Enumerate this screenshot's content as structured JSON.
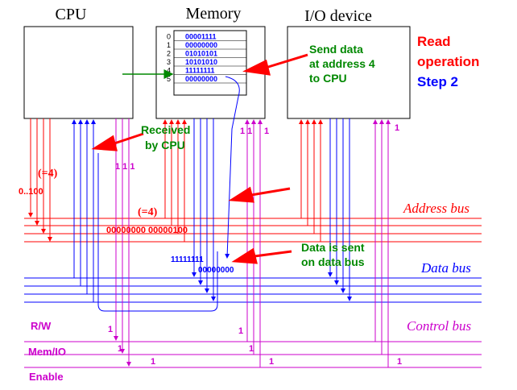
{
  "colors": {
    "address": "#ff0000",
    "data": "#0000ff",
    "control": "#cc00cc",
    "annotation_green": "#008800",
    "text_black": "#000000"
  },
  "components": {
    "cpu": {
      "label": "CPU"
    },
    "memory": {
      "label": "Memory",
      "rows": [
        {
          "addr": "0",
          "value": "00001111"
        },
        {
          "addr": "1",
          "value": "00000000"
        },
        {
          "addr": "2",
          "value": "01010101"
        },
        {
          "addr": "3",
          "value": "10101010"
        },
        {
          "addr": "4",
          "value": "11111111"
        },
        {
          "addr": "5",
          "value": "00000000"
        }
      ]
    },
    "io": {
      "label": "I/O device"
    }
  },
  "status": {
    "operation_line1": "Read",
    "operation_line2": "operation",
    "step": "Step 2"
  },
  "annotations": {
    "send_line1": "Send data",
    "send_line2": "at address 4",
    "send_line3": "to CPU",
    "received_line1": "Received",
    "received_line2": "by CPU",
    "sent_line1": "Data is sent",
    "sent_line2": "on data bus",
    "cpu_addr_eq": "(=4)",
    "cpu_addr_bits": "0..100",
    "bus_addr_eq": "(=4)",
    "bus_addr_value": "00000000 00000100",
    "data_on_bus_top": "11111111",
    "data_on_bus_bottom": "00000000"
  },
  "bits": {
    "cpu_control": "1 1 1",
    "mem_control": "1 1",
    "mem_control_single": "1",
    "io_control": "1",
    "rw_cpu": "1",
    "rw_mem": "1",
    "memio_cpu": "1",
    "memio_mem": "1",
    "enable_cpu": "1",
    "enable_mem": "1",
    "enable_io": "1"
  },
  "buses": {
    "address_label": "Address bus",
    "data_label": "Data bus",
    "control_label": "Control bus"
  },
  "control_lines": {
    "rw": "R/W",
    "memio": "Mem/IO",
    "enable": "Enable"
  }
}
